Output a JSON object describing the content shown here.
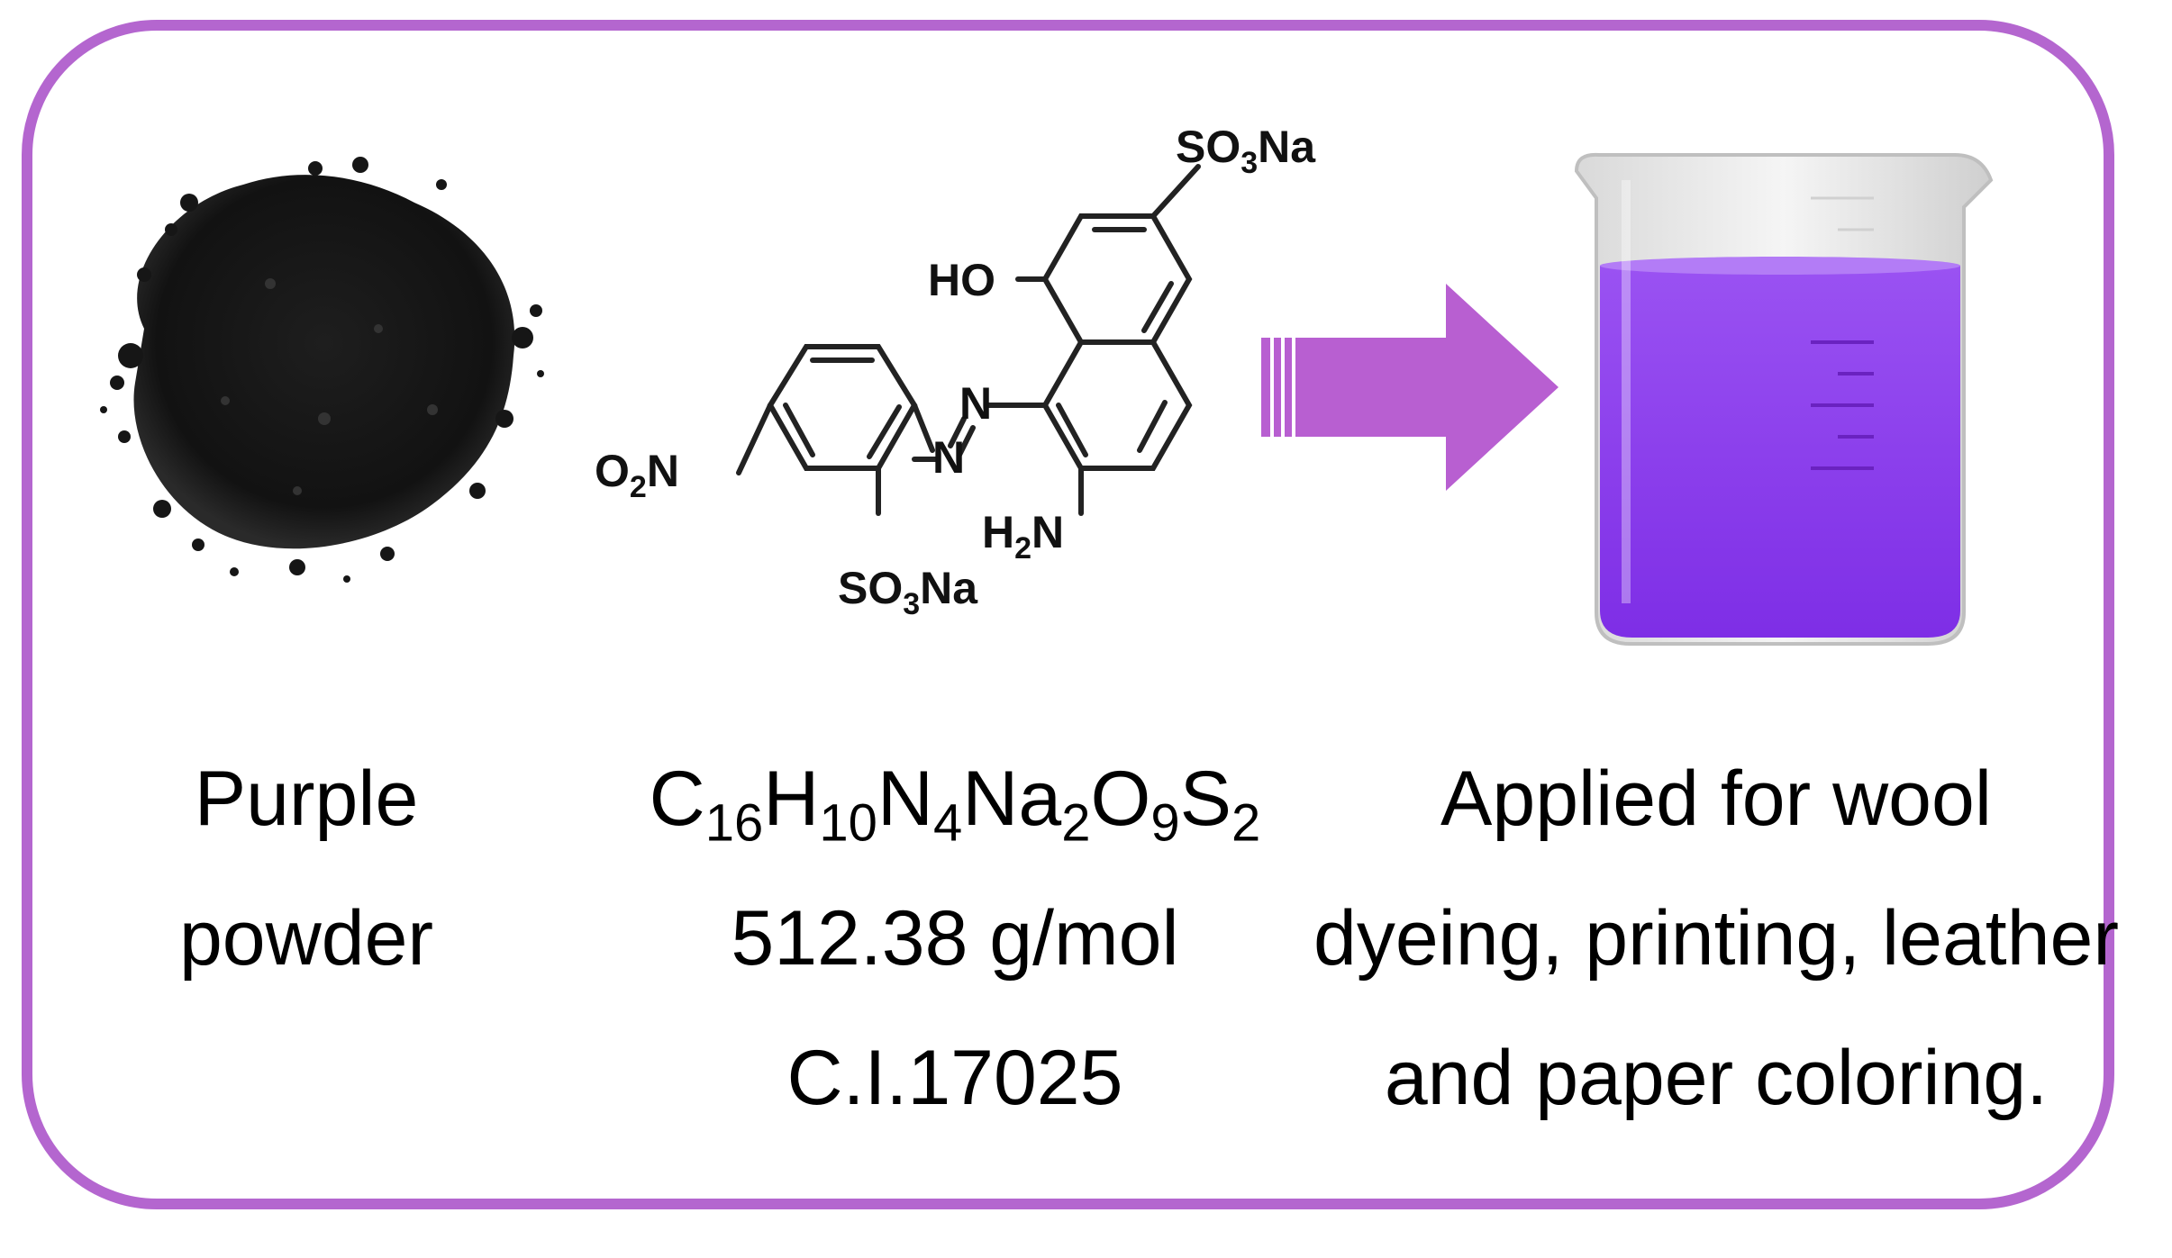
{
  "powder": {
    "caption_line1": "Purple",
    "caption_line2": "powder"
  },
  "structure": {
    "labels": {
      "so3na_top": "SO3Na",
      "ho": "HO",
      "n_upper": "N",
      "n_lower": "N",
      "o2n": "O2N",
      "h2n": "H2N",
      "so3na_bottom": "SO3Na"
    },
    "formula_parts": [
      {
        "el": "C",
        "n": "16"
      },
      {
        "el": "H",
        "n": "10"
      },
      {
        "el": "N",
        "n": "4"
      },
      {
        "el": "Na",
        "n": "2"
      },
      {
        "el": "O",
        "n": "9"
      },
      {
        "el": "S",
        "n": "2"
      }
    ],
    "molar_mass": "512.38 g/mol",
    "ci_number": "C.I.17025"
  },
  "application": {
    "line1": "Applied for wool",
    "line2": "dyeing, printing, leather",
    "line3": "and paper coloring."
  },
  "colors": {
    "frame": "#b466cf",
    "arrow": "#b85fd1",
    "solution": "#8f3cf0",
    "powder": "#141414"
  }
}
